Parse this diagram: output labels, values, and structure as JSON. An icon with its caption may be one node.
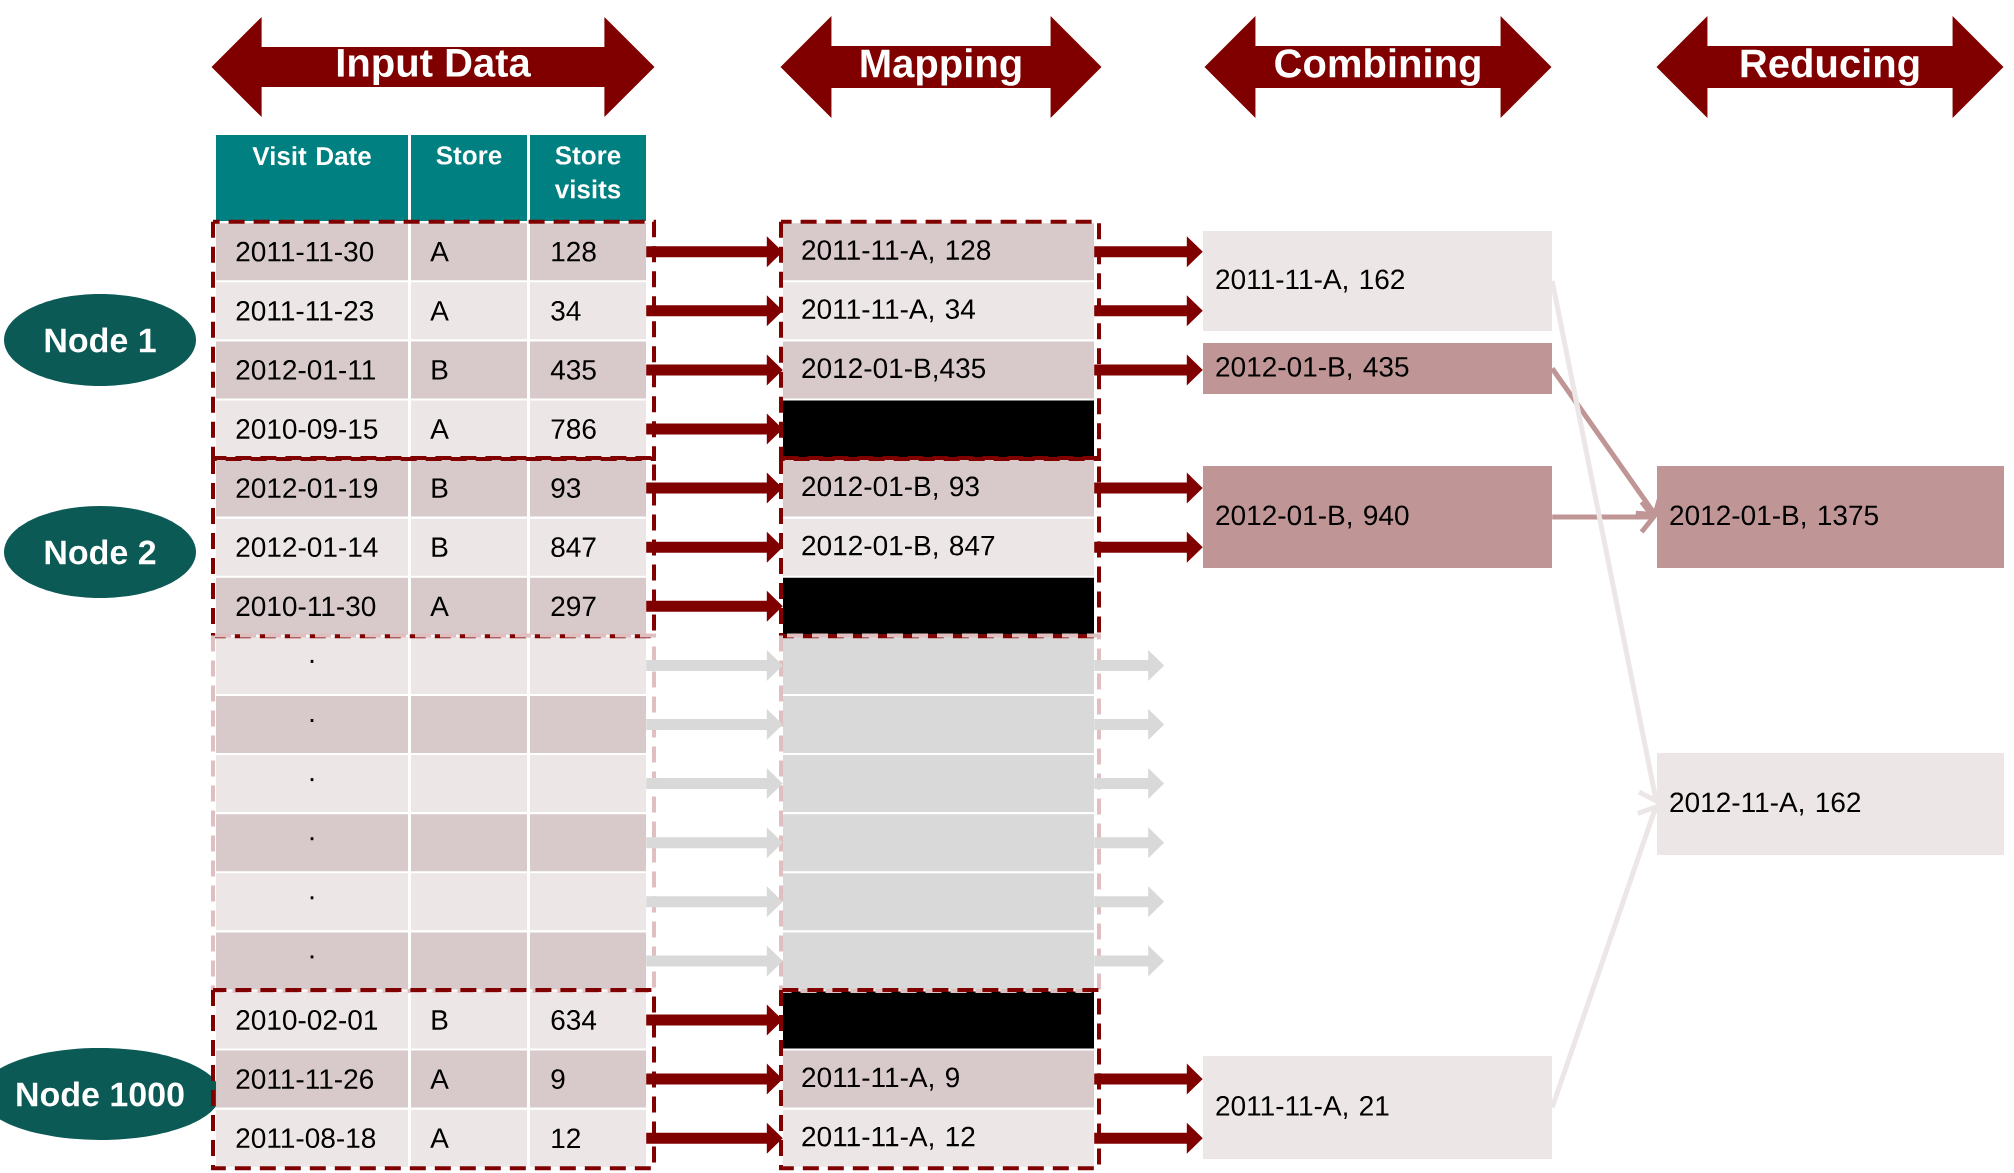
{
  "diagram": {
    "nodes": [
      {
        "text": [
          "Input Data"
        ]
      },
      {
        "text": [
          "Mapping"
        ]
      },
      {
        "text": [
          "Combining"
        ]
      },
      {
        "text": [
          "Reducing"
        ]
      },
      {
        "text": [
          "Visit Date",
          "Store",
          "Store visits"
        ]
      },
      {
        "text": [
          "Node 1"
        ]
      },
      {
        "text": [
          "Node 2"
        ]
      },
      {
        "text": [
          "Node 1000"
        ]
      },
      {
        "text": [
          "2011-11-30",
          "A",
          "128"
        ]
      },
      {
        "text": [
          "2011-11-23",
          "A",
          "34"
        ]
      },
      {
        "text": [
          "2012-01-11",
          "B",
          "435"
        ]
      },
      {
        "text": [
          "2010-09-15",
          "A",
          "786"
        ]
      },
      {
        "text": [
          "2012-01-19",
          "B",
          "93"
        ]
      },
      {
        "text": [
          "2012-01-14",
          "B",
          "847"
        ]
      },
      {
        "text": [
          "2010-11-30",
          "A",
          "297"
        ]
      },
      {
        "text": [
          "."
        ]
      },
      {
        "text": [
          "."
        ]
      },
      {
        "text": [
          "."
        ]
      },
      {
        "text": [
          "."
        ]
      },
      {
        "text": [
          "."
        ]
      },
      {
        "text": [
          "."
        ]
      },
      {
        "text": [
          "2010-02-01",
          "B",
          "634"
        ]
      },
      {
        "text": [
          "2011-11-26",
          "A",
          "9"
        ]
      },
      {
        "text": [
          "2011-08-18",
          "A",
          "12"
        ]
      },
      {
        "text": [
          "2011-11-A, 128"
        ]
      },
      {
        "text": [
          "2011-11-A, 34"
        ]
      },
      {
        "text": [
          "2012-01-B,435"
        ]
      },
      {
        "text": [],
        "shape": "box"
      },
      {
        "text": [
          "2012-01-B, 93"
        ]
      },
      {
        "text": [
          "2012-01-B, 847"
        ]
      },
      {
        "text": [],
        "shape": "box"
      },
      {
        "text": [],
        "shape": "box"
      },
      {
        "text": [],
        "shape": "box"
      },
      {
        "text": [],
        "shape": "box"
      },
      {
        "text": [],
        "shape": "box"
      },
      {
        "text": [],
        "shape": "box"
      },
      {
        "text": [],
        "shape": "box"
      },
      {
        "text": [],
        "shape": "box"
      },
      {
        "text": [
          "2011-11-A, 9"
        ]
      },
      {
        "text": [
          "2011-11-A, 12"
        ]
      },
      {
        "text": [
          "2011-11-A, 162"
        ]
      },
      {
        "text": [
          "2012-01-B, 435"
        ]
      },
      {
        "text": [
          "2012-01-B, 940"
        ]
      },
      {
        "text": [
          "2011-11-A, 21"
        ]
      },
      {
        "text": [
          "2012-01-B, 1375"
        ]
      },
      {
        "text": [
          "2012-11-A, 162"
        ]
      }
    ],
    "edges": [
      {
        "from": 8,
        "to": 24,
        "arrow": "to"
      },
      {
        "from": 9,
        "to": 25,
        "arrow": "to"
      },
      {
        "from": 10,
        "to": 26,
        "arrow": "to"
      },
      {
        "from": 11,
        "to": 27,
        "arrow": "to"
      },
      {
        "from": 12,
        "to": 28,
        "arrow": "to"
      },
      {
        "from": 13,
        "to": 29,
        "arrow": "to"
      },
      {
        "from": 14,
        "to": 30,
        "arrow": "to"
      },
      {
        "from": 15,
        "to": 31,
        "arrow": "to",
        "color": "#d9d9d9"
      },
      {
        "from": 16,
        "to": 32,
        "arrow": "to",
        "color": "#d9d9d9"
      },
      {
        "from": 17,
        "to": 33,
        "arrow": "to",
        "color": "#d9d9d9"
      },
      {
        "from": 18,
        "to": 34,
        "arrow": "to",
        "color": "#d9d9d9"
      },
      {
        "from": 19,
        "to": 35,
        "arrow": "to",
        "color": "#d9d9d9"
      },
      {
        "from": 20,
        "to": 36,
        "arrow": "to",
        "color": "#d9d9d9"
      },
      {
        "from": 21,
        "to": 37,
        "arrow": "to"
      },
      {
        "from": 22,
        "to": 38,
        "arrow": "to"
      },
      {
        "from": 23,
        "to": 39,
        "arrow": "to"
      },
      {
        "from": 24,
        "to": 40,
        "arrow": "to"
      },
      {
        "from": 25,
        "to": 40,
        "arrow": "to"
      },
      {
        "from": 26,
        "to": 41,
        "arrow": "to"
      },
      {
        "from": 28,
        "to": 42,
        "arrow": "to"
      },
      {
        "from": 29,
        "to": 42,
        "arrow": "to"
      },
      {
        "from": 31,
        "to": null,
        "arrow": "to",
        "color": "#d9d9d9"
      },
      {
        "from": 32,
        "to": null,
        "arrow": "to",
        "color": "#d9d9d9"
      },
      {
        "from": 33,
        "to": null,
        "arrow": "to",
        "color": "#d9d9d9"
      },
      {
        "from": 34,
        "to": null,
        "arrow": "to",
        "color": "#d9d9d9"
      },
      {
        "from": 35,
        "to": null,
        "arrow": "to",
        "color": "#d9d9d9"
      },
      {
        "from": 36,
        "to": null,
        "arrow": "to",
        "color": "#d9d9d9"
      },
      {
        "from": 38,
        "to": 43,
        "arrow": "to"
      },
      {
        "from": 39,
        "to": 43,
        "arrow": "to"
      },
      {
        "from": 41,
        "to": 44,
        "arrow": "to",
        "color": "#c09595"
      },
      {
        "from": 42,
        "to": 44,
        "arrow": "to",
        "color": "#c09595"
      },
      {
        "from": 40,
        "to": 45,
        "arrow": "to",
        "color": "#ece6e6"
      },
      {
        "from": 43,
        "to": 45,
        "arrow": "to",
        "color": "#ece6e6"
      }
    ]
  }
}
